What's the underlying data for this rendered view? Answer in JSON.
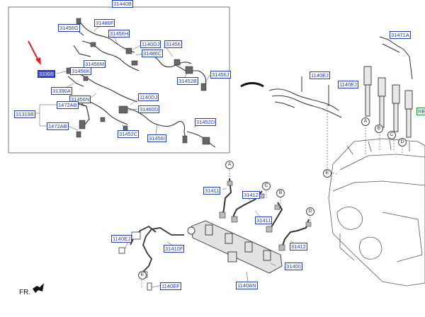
{
  "part_labels": {
    "p31440B": "31440B",
    "p31456G": "31456G",
    "p31486F": "31486F",
    "p31456H": "31456H",
    "p1140DJ_a": "1140DJ",
    "p31456_a": "31456",
    "p31486C": "31486C",
    "p31456M": "31456M",
    "p33300": "33300",
    "p31456K": "31456K",
    "p31452B": "31452B",
    "p31456J": "31456J",
    "p31390A": "31390A",
    "p31456N": "31456N",
    "p1140DJ_b": "1140DJ",
    "p1472AB_a": "1472AB",
    "p31460D": "31460D",
    "p31319B": "31319B",
    "p1472AB_b": "1472AB",
    "p31452C": "31452C",
    "p31456I": "31456I",
    "p31452D": "31452D",
    "p31471A": "31471A",
    "p1140EJ_a": "1140EJ",
    "p1140EJ_b": "1140EJ",
    "p1140EJ_c": "1140EJ",
    "pREF": "RE",
    "p31411_a": "31411",
    "p31412_a": "31412",
    "p31411_b": "31411",
    "p31412_b": "31412",
    "p31410F": "31410F",
    "p31400": "31400",
    "p1140AN": "1140AN",
    "p1140EF": "1140EF"
  },
  "circle_labels": {
    "A_top": "A",
    "B_top": "B",
    "C_top": "C",
    "D_top": "D",
    "E_top": "E",
    "A_low": "A",
    "B_low": "B",
    "C_low": "C",
    "D_low": "D",
    "E_low": "E"
  },
  "front_label": "FR.",
  "colors": {
    "label_blue": "#1d3fb8",
    "selected_fill": "#3347e0",
    "pointer_red": "#e02020"
  }
}
